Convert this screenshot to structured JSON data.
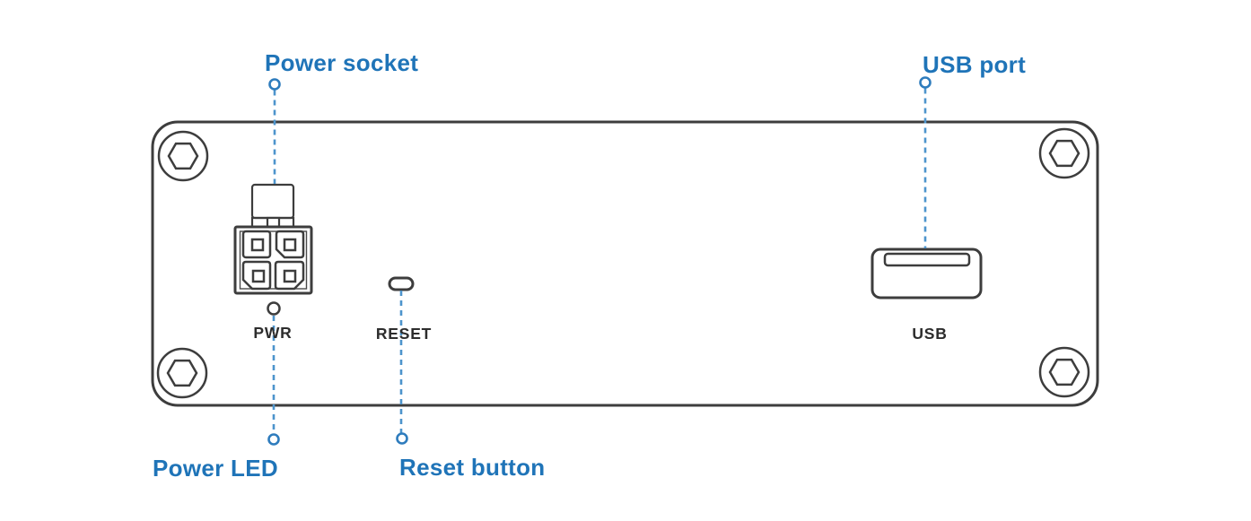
{
  "callouts": {
    "power_socket": "Power socket",
    "usb_port": "USB port",
    "power_led": "Power LED",
    "reset_button": "Reset button"
  },
  "panel_labels": {
    "pwr": "PWR",
    "reset": "RESET",
    "usb": "USB"
  },
  "colors": {
    "callout_text": "#1f74b8",
    "leader_line": "#4d94cc",
    "endpoint_ring": "#2e7cbd",
    "outline_dark": "#3d3d3d",
    "panel_text": "#2d2d2d",
    "background": "#ffffff"
  }
}
